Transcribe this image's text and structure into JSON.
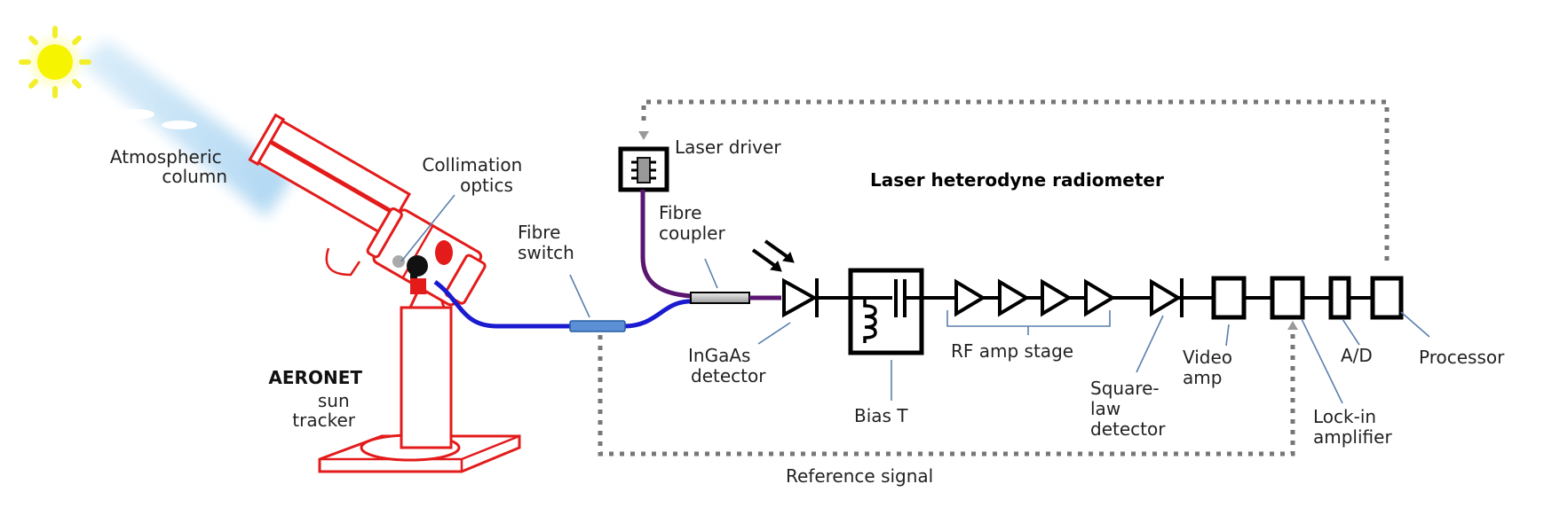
{
  "title": "Laser heterodyne radiometer",
  "colors": {
    "tracker": "#e31b1b",
    "fibre_sun": "#1a1ad0",
    "fibre_laser": "#5a1670",
    "fibre_switch": "#5b8fd6",
    "sun": "#f5f200",
    "atmosphere": "#bfe0f5",
    "leader": "#5a7fae",
    "reference": "#777777"
  },
  "labels": {
    "atmospheric_column": [
      "Atmospheric",
      "column"
    ],
    "collimation_optics": [
      "Collimation",
      "optics"
    ],
    "aeronet": "AERONET",
    "sun_tracker": [
      "sun",
      "tracker"
    ],
    "fibre_switch": [
      "Fibre",
      "switch"
    ],
    "laser_driver": "Laser driver",
    "fibre_coupler": [
      "Fibre",
      "coupler"
    ],
    "ingaas_detector": [
      "InGaAs",
      "detector"
    ],
    "bias_t": "Bias T",
    "rf_amp_stage": "RF amp stage",
    "square_law_detector": [
      "Square-",
      "law",
      "detector"
    ],
    "video_amp": [
      "Video",
      "amp"
    ],
    "lock_in_amplifier": [
      "Lock-in",
      "amplifier"
    ],
    "ad": "A/D",
    "processor": "Processor",
    "reference_signal": "Reference signal"
  },
  "icons": {
    "sun": "sun-icon",
    "clouds": "cloud-icon",
    "photons": "photon-arrows-icon",
    "laser_chip": "chip-icon"
  }
}
